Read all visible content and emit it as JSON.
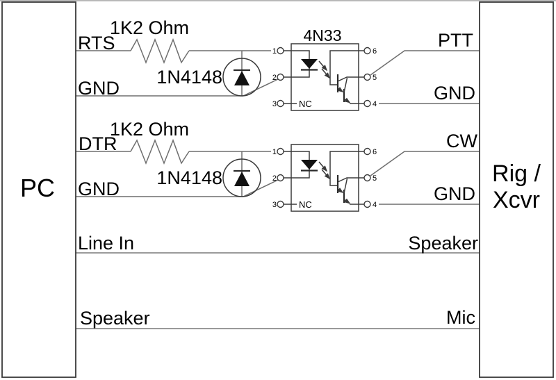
{
  "diagram_title": "PC to Rig/Xcvr optocoupler interface schematic",
  "palette": {
    "background": "#ffffff",
    "wire": "#6e6e6e",
    "component_stroke": "#3a3a3a",
    "audio_wire": "#9a9a9a",
    "text": "#000000",
    "top_edge": "#b8b8b8"
  },
  "pc_box": {
    "label": "PC"
  },
  "rig_box": {
    "label_line1": "Rig /",
    "label_line2": "Xcvr"
  },
  "optocoupler": {
    "label": "4N33",
    "nc": "NC",
    "pins_left": [
      "1",
      "2",
      "3"
    ],
    "pins_right": [
      "6",
      "5",
      "4"
    ]
  },
  "channels": [
    {
      "input": "RTS",
      "input_ground": "GND",
      "resistor": "1K2 Ohm",
      "protection_diode": "1N4148",
      "output": "PTT",
      "output_ground": "GND"
    },
    {
      "input": "DTR",
      "input_ground": "GND",
      "resistor": "1K2 Ohm",
      "protection_diode": "1N4148",
      "output": "CW",
      "output_ground": "GND"
    }
  ],
  "audio_lines": [
    {
      "pc_label": "Line In",
      "rig_label": "Speaker"
    },
    {
      "pc_label": "Speaker",
      "rig_label": "Mic"
    }
  ]
}
